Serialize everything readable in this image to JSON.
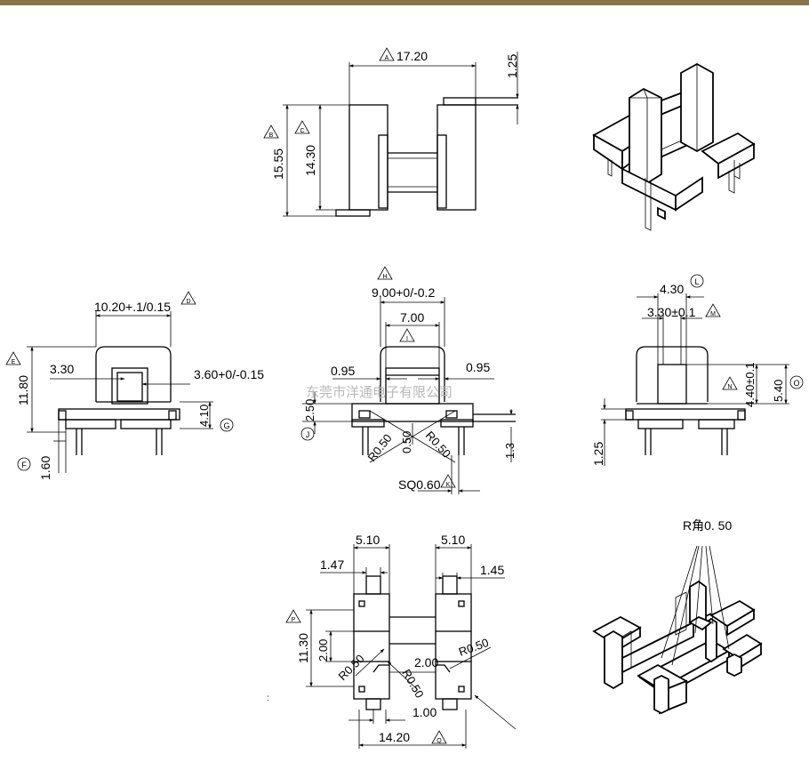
{
  "colors": {
    "top_bar": "#8a7346",
    "line": "#000000",
    "watermark": "#b8b8b8"
  },
  "top_view": {
    "dim_a": "17.20",
    "tag_a": "A",
    "dim_125": "1.25",
    "dim_b": "15.55",
    "tag_b": "B",
    "dim_c": "14.30",
    "tag_c": "C"
  },
  "front_view": {
    "dim_d": "10.20+.1/0.15",
    "tag_d": "D",
    "dim_e": "11.80",
    "tag_e": "E",
    "dim_330": "3.30",
    "dim_360": "3.60+0/-0.15",
    "dim_g": "4.10",
    "tag_g": "G",
    "dim_f": "1.60",
    "tag_f": "F"
  },
  "center_view": {
    "dim_h": "9.00+0/-0.2",
    "tag_h": "H",
    "dim_i": "7.00",
    "tag_i": "I",
    "dim_095_l": "0.95",
    "dim_095_r": "0.95",
    "dim_j": "2.50",
    "tag_j": "J",
    "r050_a": "R0.50",
    "dim_050": "0.50",
    "r050_b": "R0.50",
    "dim_13": "1.3",
    "dim_k": "SQ0.60",
    "tag_k": "K"
  },
  "side_view": {
    "dim_l": "4.30",
    "tag_l": "L",
    "dim_m": "3.30±0.1",
    "tag_m": "M",
    "dim_n": "4.40±0.1",
    "tag_n": "N",
    "dim_o": "5.40",
    "tag_o": "O",
    "dim_125": "1.25"
  },
  "bottom_view": {
    "dim_510_l": "5.10",
    "dim_510_r": "5.10",
    "dim_147": "1.47",
    "dim_145": "1.45",
    "dim_p": "11.30",
    "tag_p": "P",
    "dim_200_v": "2.00",
    "r050_a": "R0.50",
    "r050_b": "R0.50",
    "dim_200_h": "2.00",
    "r050_c": "R0.50",
    "dim_100": "1.00",
    "dim_q": "14.20",
    "tag_q": "Q"
  },
  "iso_note": "R角0. 50",
  "watermark": "东莞市洋通电子有限公司"
}
